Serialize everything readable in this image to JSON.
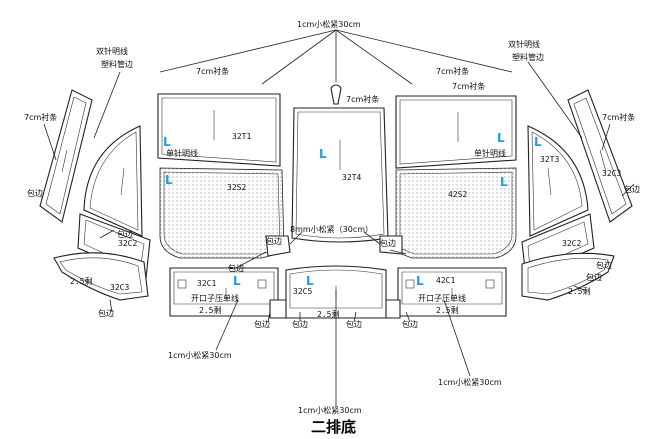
{
  "title": "二排底",
  "mark_letter": "L",
  "labels": {
    "elastic_top": "1cm小松紧30cm",
    "elastic_bottom": "1cm小松紧30cm",
    "elastic_left": "1cm小松紧30cm",
    "elastic_right": "1cm小松紧30cm",
    "elastic_mid": "8mm小松紧（30cm）",
    "double_needle_left": "双针明线",
    "plastic_edge_left": "塑料管边",
    "double_needle_right": "双针明线",
    "plastic_edge_right": "塑料管边",
    "strip_7cm": "7cm衬条",
    "single_needle": "单针明线",
    "hem": "包边",
    "cut_2_5": "2.5剩",
    "open_press": "开口子压单线",
    "cut_2_5_b": "2.5剩"
  },
  "pieces": {
    "t1": "32T1",
    "t3": "32T3",
    "t4": "32T4",
    "s2_left": "32S2",
    "s2_right": "42S2",
    "c1_left": "32C1",
    "c1_right": "42C1",
    "c2_left": "32C2",
    "c2_right": "32C2",
    "c3_left": "32C3",
    "c3_right": "32C3",
    "c5": "32C5"
  }
}
